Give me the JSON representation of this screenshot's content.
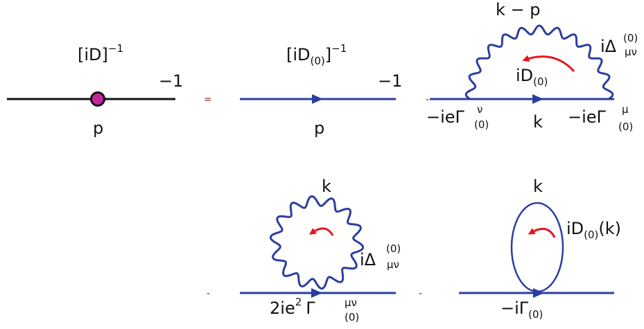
{
  "colors": {
    "ink": "#111111",
    "propagator": "#2b3ea0",
    "vertex_fill": "#c2299b",
    "arrow_red": "#e8141b",
    "operator": "#8a1a1a"
  },
  "operators": {
    "equals": "=",
    "minus_1": "-",
    "minus_2": "-",
    "minus_3": "-"
  },
  "full_propagator": {
    "label_main": "[iD]",
    "label_power": "−1",
    "right_power": "−1",
    "momentum": "p"
  },
  "bare_propagator": {
    "label_main": "[iD",
    "label_sub": "(0)",
    "label_close": "]",
    "label_power": "−1",
    "right_power": "−1",
    "momentum": "p"
  },
  "self_energy_loop": {
    "photon_momentum": "k − p",
    "photon_prop_main": "iΔ",
    "photon_prop_sup": "(0)",
    "photon_prop_sub": "μν",
    "fermion_prop_main": "iD",
    "fermion_prop_sub": "(0)",
    "fermion_momentum": "k",
    "left_vertex_main": "−ieΓ",
    "left_vertex_sup": "ν",
    "left_vertex_sub": "(0)",
    "right_vertex_main": "−ieΓ",
    "right_vertex_sup": "μ",
    "right_vertex_sub": "(0)"
  },
  "seagull_loop": {
    "momentum": "k",
    "photon_prop_main": "iΔ",
    "photon_prop_sup": "(0)",
    "photon_prop_sub": "μν",
    "vertex_main": "2ie",
    "vertex_power": "2",
    "vertex_gamma": "Γ",
    "vertex_sup": "μν",
    "vertex_sub": "(0)"
  },
  "tadpole_loop": {
    "momentum": "k",
    "prop_main": "iD",
    "prop_sub": "(0)",
    "prop_arg": "(k)",
    "vertex_main": "−iΓ",
    "vertex_sub": "(0)"
  }
}
